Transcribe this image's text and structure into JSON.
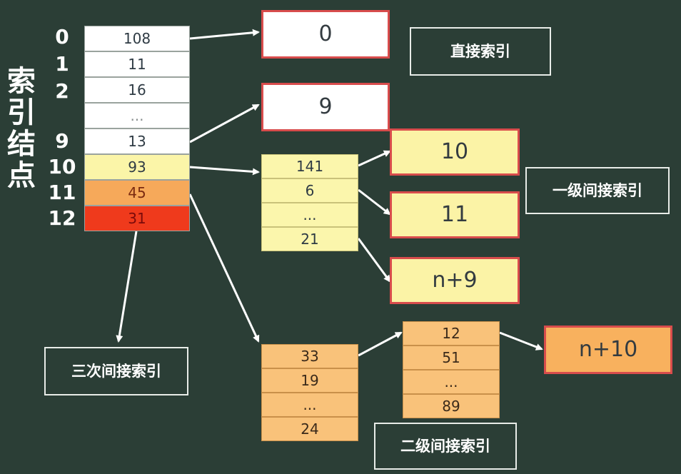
{
  "title_vertical": "索引结点",
  "main_indices": [
    "0",
    "1",
    "2",
    "9",
    "10",
    "11",
    "12"
  ],
  "main_cells": [
    "108",
    "11",
    "16",
    "...",
    "13",
    "93",
    "45",
    "31"
  ],
  "direct_blocks": [
    "0",
    "9"
  ],
  "single_index_block": [
    "141",
    "6",
    "...",
    "21"
  ],
  "single_targets": [
    "10",
    "11",
    "n+9"
  ],
  "double_first_block": [
    "33",
    "19",
    "...",
    "24"
  ],
  "double_second_block": [
    "12",
    "51",
    "...",
    "89"
  ],
  "double_target": "n+10",
  "labels": {
    "direct": "直接索引",
    "single": "一级间接索引",
    "double": "二级间接索引",
    "triple": "三次间接索引"
  },
  "colors": {
    "background": "#2b3e36",
    "white_cell": "#ffffff",
    "yellow_cell": "#fbf5a8",
    "orange_cell": "#f6a95a",
    "red_cell": "#ef3a1c",
    "block_border": "#d84c4c",
    "arrow": "#ffffff"
  }
}
